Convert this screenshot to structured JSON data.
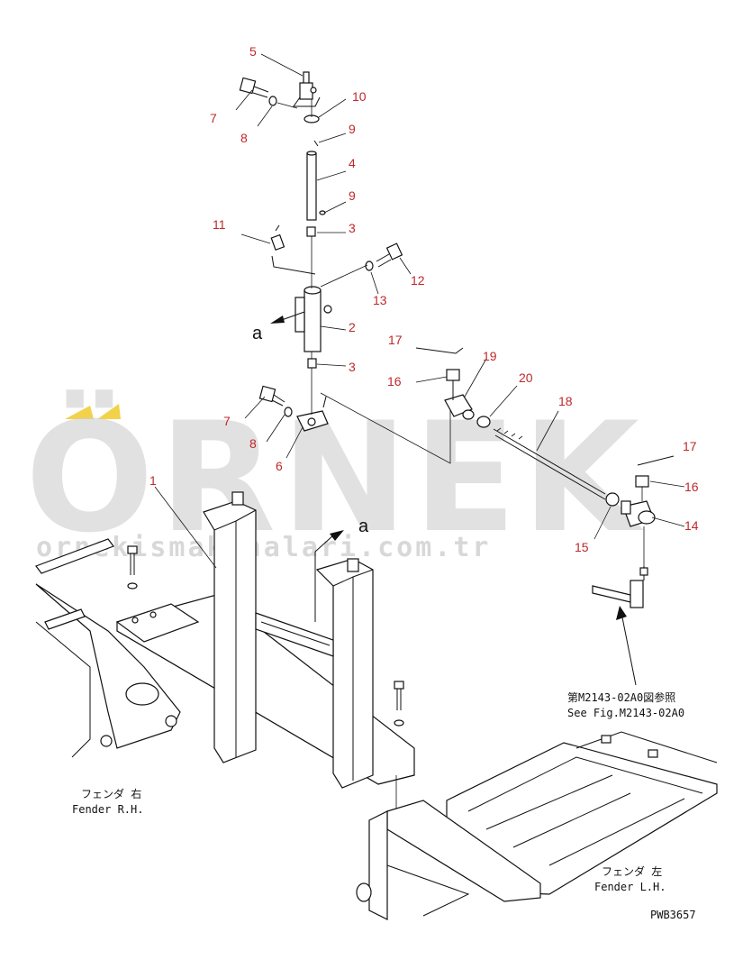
{
  "callouts": {
    "c1": "1",
    "c2": "2",
    "c3a": "3",
    "c3b": "3",
    "c4": "4",
    "c5": "5",
    "c6": "6",
    "c7a": "7",
    "c7b": "7",
    "c8a": "8",
    "c8b": "8",
    "c9a": "9",
    "c9b": "9",
    "c10": "10",
    "c11": "11",
    "c12": "12",
    "c13": "13",
    "c14": "14",
    "c15": "15",
    "c16a": "16",
    "c16b": "16",
    "c17a": "17",
    "c17b": "17",
    "c18": "18",
    "c19": "19",
    "c20": "20"
  },
  "view_refs": {
    "a_upper": "a",
    "a_lower": "a"
  },
  "labels": {
    "fender_rh_jp": "フェンダ 右",
    "fender_rh_en": "Fender R.H.",
    "fender_lh_jp": "フェンダ 左",
    "fender_lh_en": "Fender L.H.",
    "see_fig_jp": "第M2143-02A0図参照",
    "see_fig_en": "See Fig.M2143-02A0",
    "drawing_id": "PWB3657"
  },
  "watermark": {
    "brand": "ÖRNEK",
    "site": "ornekismakinalari.com.tr",
    "accent_color": "#f2d24a",
    "text_color": "#c8c8c8"
  },
  "colors": {
    "callout": "#c0282a",
    "line": "#111111"
  }
}
